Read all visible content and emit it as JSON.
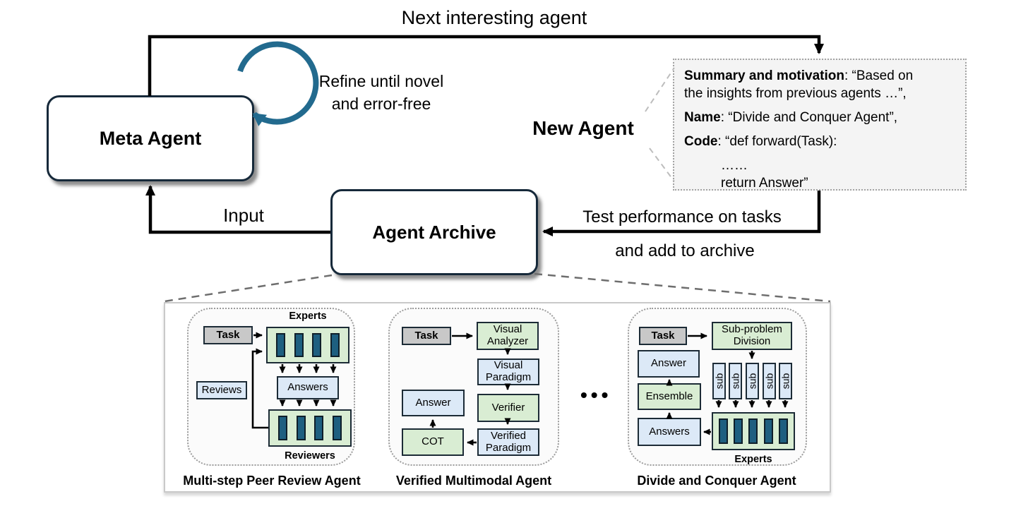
{
  "top": {
    "next_interesting_agent": "Next interesting agent",
    "refine_line1": "Refine until novel",
    "refine_line2": "and error-free",
    "meta_agent": "Meta Agent",
    "new_agent": "New Agent",
    "input": "Input",
    "agent_archive": "Agent Archive",
    "test_line1": "Test performance on tasks",
    "test_line2": "and add to archive"
  },
  "new_agent_card": {
    "summary_label": "Summary and motivation",
    "summary_rest": ": “Based on",
    "summary_line2": "the insights from previous agents …”,",
    "name_label": "Name",
    "name_rest": ": “Divide and Conquer Agent”,",
    "code_label": "Code",
    "code_rest": ": “def forward(Task):",
    "code_dots": "……",
    "code_return": "return Answer”"
  },
  "archive": {
    "ellipsis": "•••",
    "peer_review": {
      "experts_label": "Experts",
      "task": "Task",
      "reviews": "Reviews",
      "answers": "Answers",
      "reviewers_label": "Reviewers",
      "title": "Multi-step Peer Review Agent"
    },
    "verified_multimodal": {
      "task": "Task",
      "visual_analyzer": "Visual Analyzer",
      "visual_paradigm": "Visual Paradigm",
      "verifier": "Verifier",
      "verified_paradigm": "Verified Paradigm",
      "answer": "Answer",
      "cot": "COT",
      "title": "Verified Multimodal Agent"
    },
    "divide_conquer": {
      "task": "Task",
      "subproblem_division": "Sub-problem Division",
      "answer": "Answer",
      "ensemble": "Ensemble",
      "answers": "Answers",
      "sub_label": "sub",
      "experts_label": "Experts",
      "title": "Divide and Conquer Agent"
    }
  },
  "colors": {
    "accent_teal": "#226a8e",
    "green_fill": "#d9edd3",
    "blue_fill": "#dce9f7",
    "bar_fill": "#1e5f80",
    "gray_fill": "#c8c8c8"
  }
}
